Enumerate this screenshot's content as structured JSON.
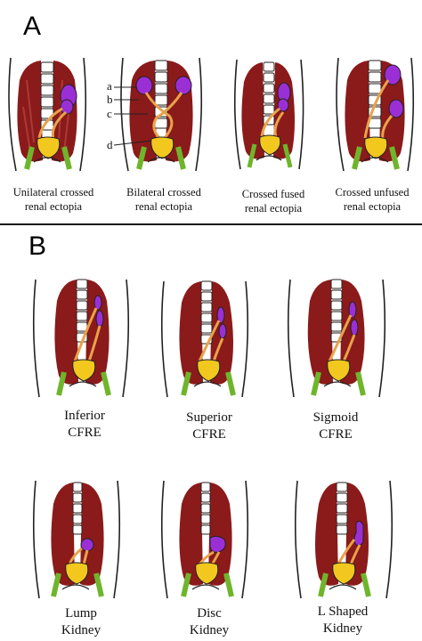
{
  "panels": {
    "a": {
      "label": "A"
    },
    "b": {
      "label": "B"
    }
  },
  "pointer_labels": [
    "a",
    "b",
    "c",
    "d"
  ],
  "panel_a_figures": [
    {
      "line1": "Unilateral crossed",
      "line2": "renal ectopia"
    },
    {
      "line1": "Bilateral crossed",
      "line2": "renal ectopia"
    },
    {
      "line1": "Crossed fused",
      "line2": "renal ectopia"
    },
    {
      "line1": "Crossed unfused",
      "line2": "renal ectopia"
    }
  ],
  "panel_b_figures": [
    {
      "line1": "Inferior",
      "line2": "CFRE"
    },
    {
      "line1": "Superior",
      "line2": "CFRE"
    },
    {
      "line1": "Sigmoid",
      "line2": "CFRE"
    },
    {
      "line1": "Lump",
      "line2": "Kidney"
    },
    {
      "line1": "Disc",
      "line2": "Kidney"
    },
    {
      "line1": "L Shaped",
      "line2": "Kidney"
    }
  ],
  "colors": {
    "muscle": "#8b1a1a",
    "muscle_light": "#b8453a",
    "kidney": "#9b2fd6",
    "bladder": "#f2c81e",
    "ureter": "#e9a24a",
    "thigh": "#6fb52c",
    "outline": "#222222"
  }
}
